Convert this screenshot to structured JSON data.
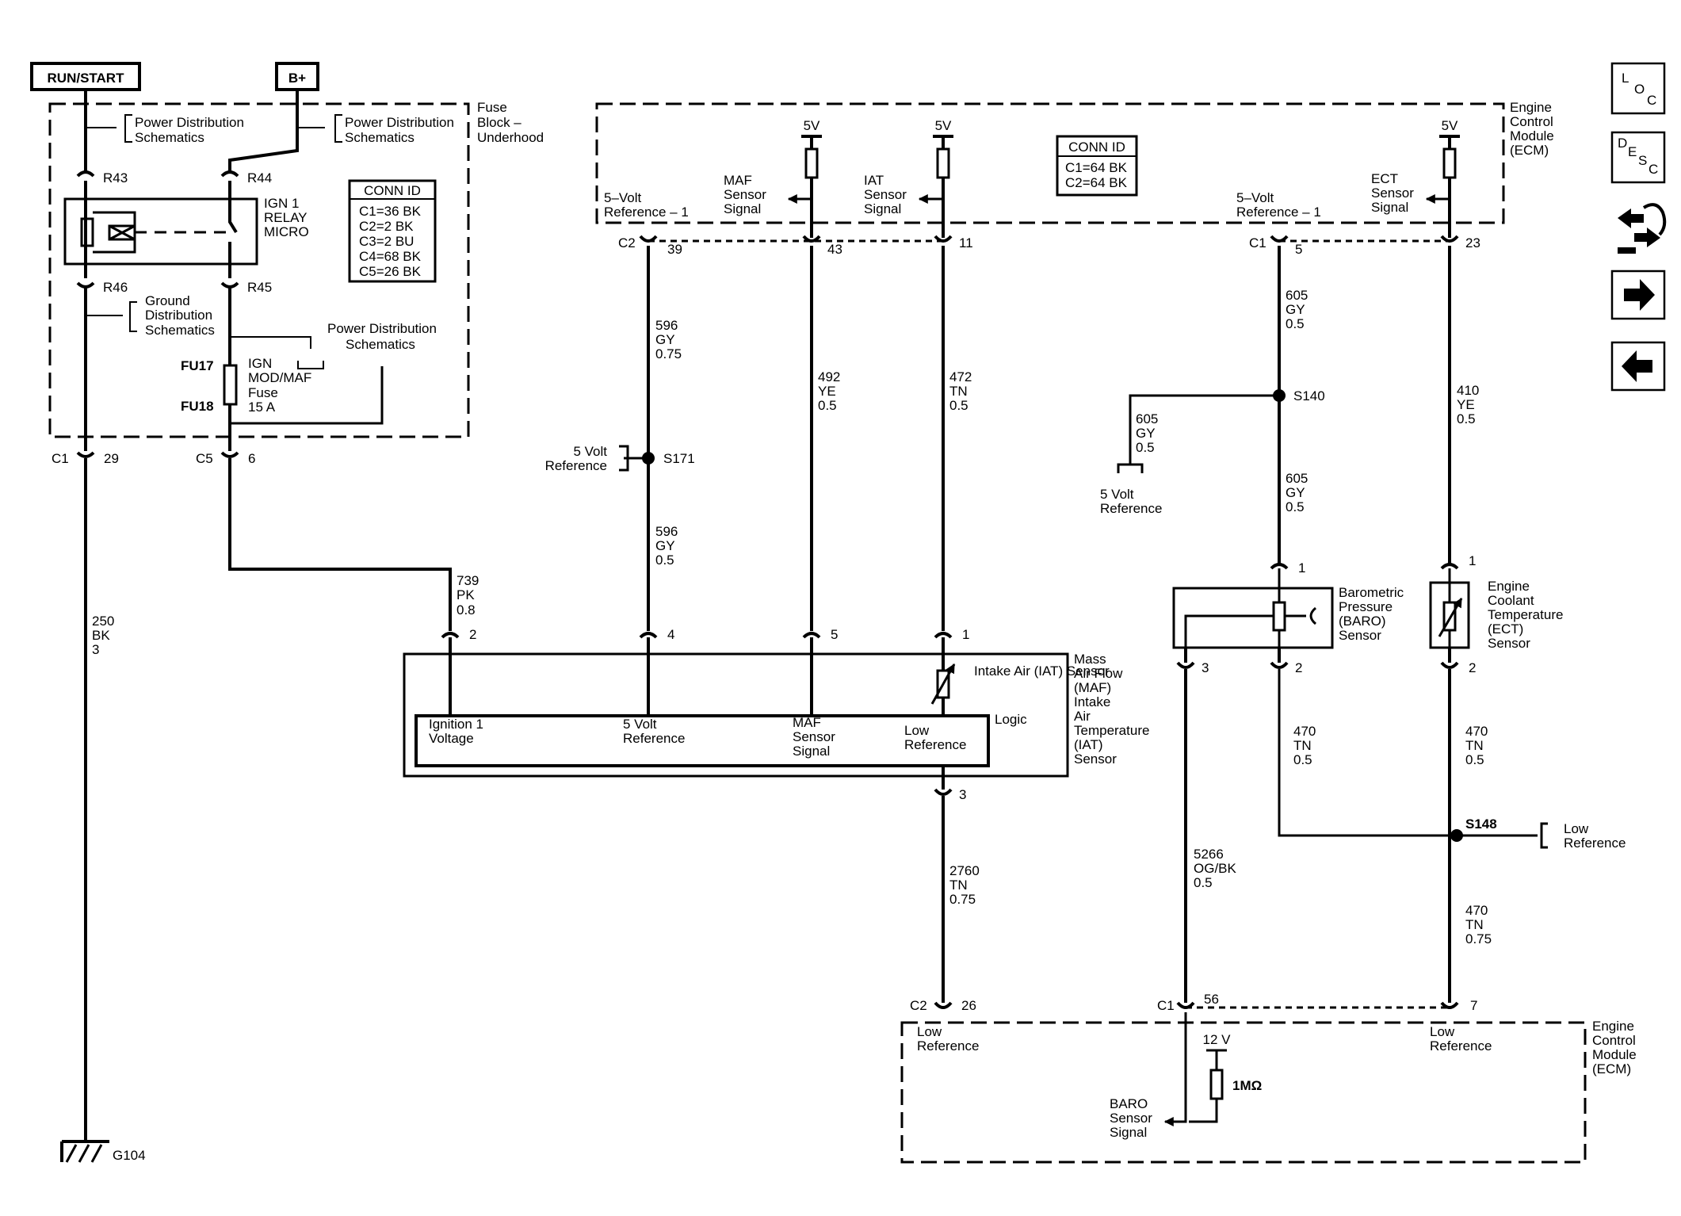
{
  "power_sources": {
    "run_start": "RUN/START",
    "b_plus": "B+"
  },
  "fuse_block": {
    "label": "Fuse Block – Underhood",
    "pd_schem_1": "Power Distribution Schematics",
    "pd_schem_2": "Power Distribution Schematics",
    "pd_schem_3": "Power Distribution Schematics",
    "ground_schem": "Ground Distribution Schematics",
    "relay_label": "IGN 1 RELAY MICRO",
    "r43": "R43",
    "r44": "R44",
    "r46": "R46",
    "r45": "R45",
    "fu17": "FU17",
    "fu18": "FU18",
    "fuse_label": "IGN MOD/MAF Fuse 15 A",
    "conn_title": "CONN ID",
    "conn_rows": [
      "C1=36 BK",
      "C2=2 BK",
      "C3=2 BU",
      "C4=68 BK",
      "C5=26 BK"
    ],
    "c1": "C1",
    "c1_pin": "29",
    "c5": "C5",
    "c5_pin": "6"
  },
  "ecm_top": {
    "label": "Engine Control Module (ECM)",
    "conn_title": "CONN ID",
    "conn_rows": [
      "C1=64 BK",
      "C2=64 BK"
    ],
    "v5": "5V",
    "ref_left": "5–Volt Reference – 1",
    "maf_signal": "MAF Sensor Signal",
    "iat_signal": "IAT Sensor Signal",
    "ref_right": "5–Volt Reference – 1",
    "ect_signal": "ECT Sensor Signal",
    "c2": "C2",
    "pin39": "39",
    "pin43": "43",
    "pin11": "11",
    "c1": "C1",
    "pin5": "5",
    "pin23": "23"
  },
  "wires": {
    "w596a": "596 GY 0.75",
    "w596b": "596 GY 0.5",
    "w492": "492 YE 0.5",
    "w472": "472 TN 0.5",
    "w605a": "605 GY 0.5",
    "w605b": "605 GY 0.5",
    "w605c": "605 GY 0.5",
    "w410": "410 YE 0.5",
    "w739": "739 PK 0.8",
    "w250": "250 BK 3",
    "w2760": "2760 TN 0.75",
    "w470a": "470 TN 0.5",
    "w470b": "470 TN 0.5",
    "w470c": "470 TN 0.75",
    "w5266": "5266 OG/BK 0.5"
  },
  "splices": {
    "s171": "S171",
    "s140": "S140",
    "s148": "S148",
    "ref_5v_left": "5 Volt Reference",
    "ref_5v_mid": "5 Volt Reference",
    "low_ref": "Low Reference"
  },
  "maf_sensor": {
    "label": "Mass Air Flow (MAF) Intake Air Temperature (IAT) Sensor",
    "iat_label": "Intake Air (IAT) Sensor",
    "logic": "Logic",
    "ign_voltage": "Ignition 1 Voltage",
    "ref_5v": "5 Volt Reference",
    "maf_signal": "MAF Sensor Signal",
    "low_ref": "Low Reference",
    "pin2": "2",
    "pin4": "4",
    "pin5": "5",
    "pin1": "1",
    "pin3": "3"
  },
  "baro_sensor": {
    "label": "Barometric Pressure (BARO) Sensor",
    "pin1": "1",
    "pin3": "3",
    "pin2": "2"
  },
  "ect_sensor": {
    "label": "Engine Coolant Temperature (ECT) Sensor",
    "pin1": "1",
    "pin2": "2"
  },
  "ecm_bottom": {
    "label": "Engine Control Module (ECM)",
    "low_ref_left": "Low Reference",
    "low_ref_right": "Low Reference",
    "v12": "12 V",
    "resistor": "1MΩ",
    "baro_signal": "BARO Sensor Signal",
    "c2": "C2",
    "pin26": "26",
    "c1": "C1",
    "pin56": "56",
    "pin7": "7"
  },
  "ground": {
    "label": "G104"
  },
  "nav": {
    "loc_l": "L",
    "loc_o": "O",
    "loc_c": "C",
    "desc_d": "D",
    "desc_e": "E",
    "desc_s": "S",
    "desc_c": "C"
  }
}
